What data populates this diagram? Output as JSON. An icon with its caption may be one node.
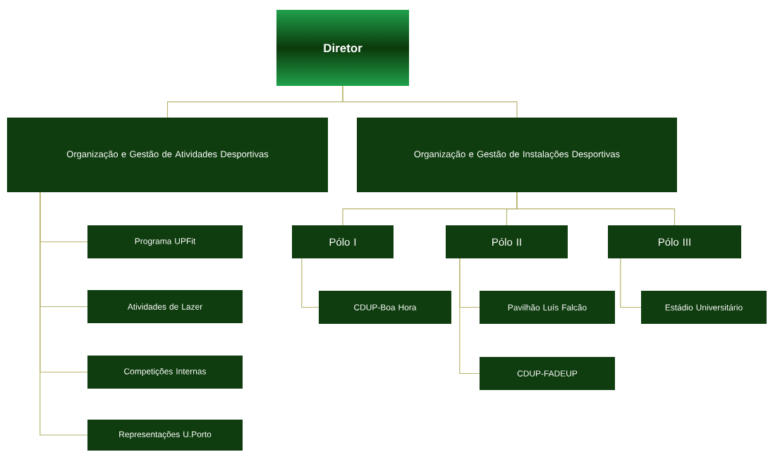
{
  "diagram": {
    "nodes": [
      {
        "text": [
          "Diretor"
        ]
      },
      {
        "text": [
          "Organização e Gestão de Atividades Desportivas"
        ]
      },
      {
        "text": [
          "Organização e Gestão de Instalações Desportivas"
        ]
      },
      {
        "text": [
          "Programa UPFit"
        ]
      },
      {
        "text": [
          "Atividades de Lazer"
        ]
      },
      {
        "text": [
          "Competições Internas"
        ]
      },
      {
        "text": [
          "Representações U.Porto"
        ]
      },
      {
        "text": [
          "Pólo I"
        ]
      },
      {
        "text": [
          "Pólo II"
        ]
      },
      {
        "text": [
          "Pólo III"
        ]
      },
      {
        "text": [
          "CDUP-Boa Hora"
        ]
      },
      {
        "text": [
          "Pavilhão Luís Falcão"
        ]
      },
      {
        "text": [
          "Estádio Universitário"
        ]
      },
      {
        "text": [
          "CDUP-FADEUP"
        ]
      }
    ],
    "edges": [
      {
        "from": 0,
        "to": 1,
        "arrow": "none"
      },
      {
        "from": 0,
        "to": 2,
        "arrow": "none"
      },
      {
        "from": 1,
        "to": 3,
        "arrow": "none"
      },
      {
        "from": 1,
        "to": 4,
        "arrow": "none"
      },
      {
        "from": 1,
        "to": 5,
        "arrow": "none"
      },
      {
        "from": 1,
        "to": 6,
        "arrow": "none"
      },
      {
        "from": 2,
        "to": 7,
        "arrow": "none"
      },
      {
        "from": 2,
        "to": 8,
        "arrow": "none"
      },
      {
        "from": 2,
        "to": 9,
        "arrow": "none"
      },
      {
        "from": 7,
        "to": 10,
        "arrow": "none"
      },
      {
        "from": 8,
        "to": 11,
        "arrow": "none"
      },
      {
        "from": 8,
        "to": 13,
        "arrow": "none"
      },
      {
        "from": 9,
        "to": 12,
        "arrow": "none"
      }
    ]
  }
}
